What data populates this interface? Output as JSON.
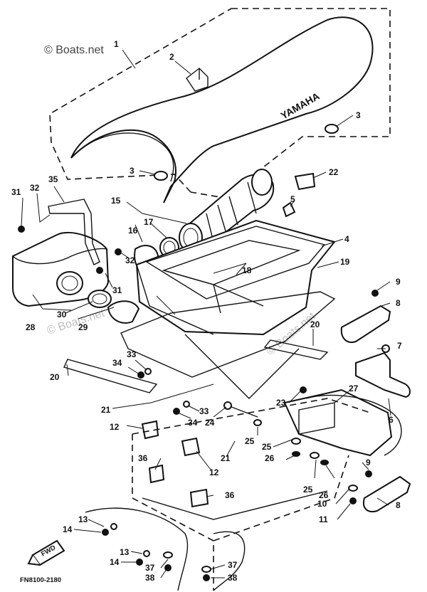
{
  "watermarks": {
    "top_left": "© Boats.net",
    "diag_1": "© Boats.net",
    "diag_2": "© Boats.net"
  },
  "seat_brand": "YAMAHA",
  "fwd_label": "FWD",
  "drawing_code": "FN8100-2180",
  "callouts": {
    "c1": "1",
    "c2": "2",
    "c3a": "3",
    "c3b": "3",
    "c4": "4",
    "c5": "5",
    "c6": "6",
    "c7": "7",
    "c8a": "8",
    "c8b": "8",
    "c9a": "9",
    "c9b": "9",
    "c10": "10",
    "c11": "11",
    "c12a": "12",
    "c12b": "12",
    "c13a": "13",
    "c13b": "13",
    "c14a": "14",
    "c14b": "14",
    "c15": "15",
    "c16": "16",
    "c17": "17",
    "c18": "18",
    "c19": "19",
    "c20a": "20",
    "c20b": "20",
    "c21a": "21",
    "c21b": "21",
    "c22": "22",
    "c23": "23",
    "c24": "24",
    "c25a": "25",
    "c25b": "25",
    "c25c": "25",
    "c26a": "26",
    "c26b": "26",
    "c27": "27",
    "c28": "28",
    "c29": "29",
    "c30": "30",
    "c31a": "31",
    "c31b": "31",
    "c32a": "32",
    "c32b": "32",
    "c33a": "33",
    "c33b": "33",
    "c34a": "34",
    "c34b": "34",
    "c35": "35",
    "c36a": "36",
    "c36b": "36",
    "c37a": "37",
    "c37b": "37",
    "c38a": "38",
    "c38b": "38"
  }
}
